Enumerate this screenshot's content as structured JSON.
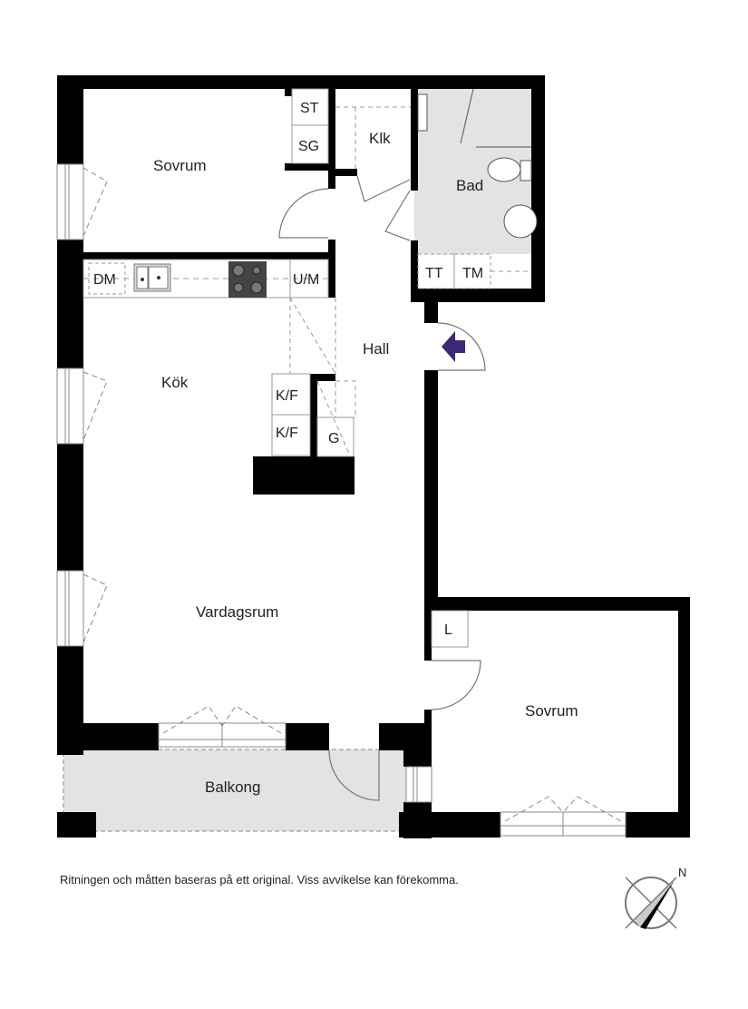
{
  "floorplan": {
    "rooms": {
      "sovrum_top": "Sovrum",
      "kok": "Kök",
      "vardagsrum": "Vardagsrum",
      "hall": "Hall",
      "klk": "Klk",
      "bad": "Bad",
      "sovrum_right": "Sovrum",
      "balkong": "Balkong"
    },
    "fixtures": {
      "st": "ST",
      "sg": "SG",
      "dm": "DM",
      "um": "U/M",
      "kf1": "K/F",
      "kf2": "K/F",
      "g": "G",
      "tt": "TT",
      "tm": "TM",
      "l": "L"
    },
    "entrance_arrow_color": "#3b2a78",
    "wet_room_fill": "#e3e3e3"
  },
  "footer": {
    "disclaimer": "Ritningen och måtten baseras på ett original. Viss avvikelse kan förekomma.",
    "compass_label": "N"
  }
}
